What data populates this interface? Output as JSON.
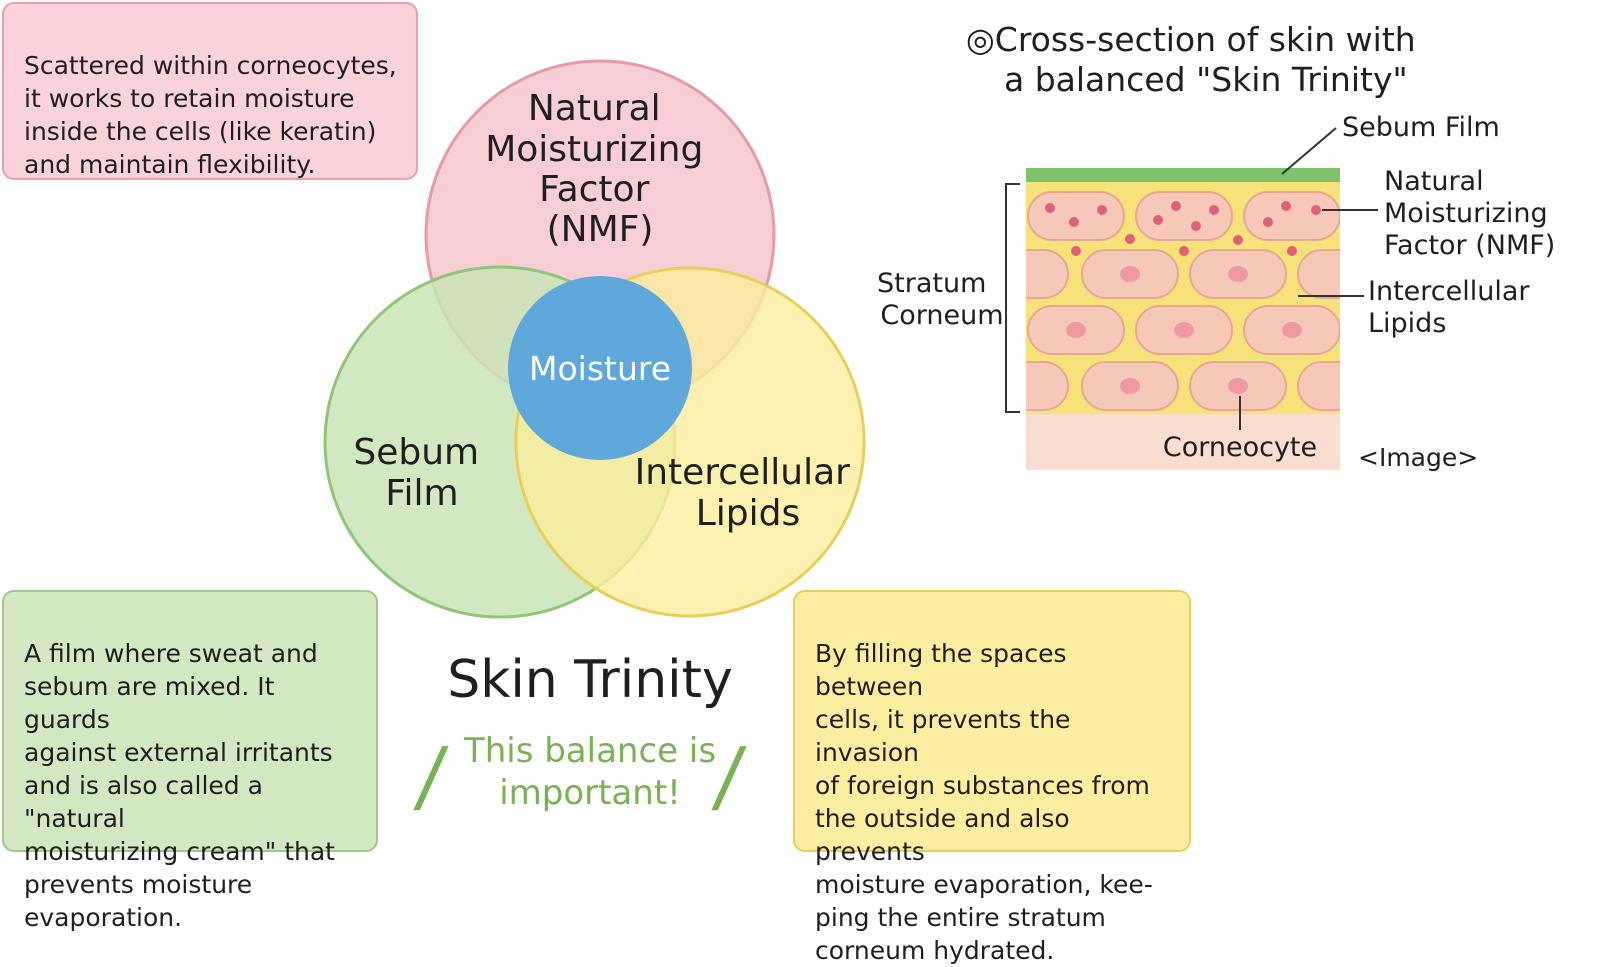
{
  "boxes": {
    "nmf_description": "Scattered within corneocytes,\nit works to retain moisture\ninside the cells (like keratin)\nand maintain flexibility.",
    "sebum_description": "A film where sweat and\nsebum are mixed. It guards\nagainst external irritants\nand is also called a \"natural\nmoisturizing cream\" that\nprevents moisture\nevaporation.",
    "lipids_description": "By filling the spaces between\ncells, it prevents the invasion\nof foreign substances from\nthe outside and also prevents\nmoisture evaporation, kee-\nping the entire stratum\ncorneum hydrated."
  },
  "venn": {
    "nmf_lines": [
      "Natural",
      "Moisturizing",
      "Factor",
      "(NMF)"
    ],
    "sebum_lines": [
      "Sebum",
      "Film"
    ],
    "lipids_lines": [
      "Intercellular",
      "Lipids"
    ],
    "center": "Moisture",
    "colors": {
      "nmf": "#f5c5cc",
      "sebum": "#c9e4b6",
      "lipids": "#fbee9c",
      "center": "#5ea8dc"
    }
  },
  "trinity": {
    "title": "Skin Trinity",
    "balance": "This balance is\nimportant!",
    "slash_left": "/",
    "slash_right": "/"
  },
  "cross_section": {
    "title_line1": "◎Cross-section of skin with",
    "title_line2": "a balanced \"Skin Trinity\"",
    "labels": {
      "sebum_film": "Sebum Film",
      "nmf_lines": [
        "Natural",
        "Moisturizing",
        "Factor (NMF)"
      ],
      "lipids_lines": [
        "Intercellular",
        "Lipids"
      ],
      "stratum_lines": [
        "Stratum",
        "Corneum"
      ],
      "corneocyte": "Corneocyte",
      "image_tag": "<Image>"
    },
    "colors": {
      "sebum_film": "#7cc36a",
      "lipid": "#f7e27a",
      "cell": "#f6c8b8",
      "cell_border": "#e8a792",
      "nucleus": "#ef9aa0",
      "nmf_dot": "#e0607a",
      "base": "#f8ddd0"
    }
  }
}
